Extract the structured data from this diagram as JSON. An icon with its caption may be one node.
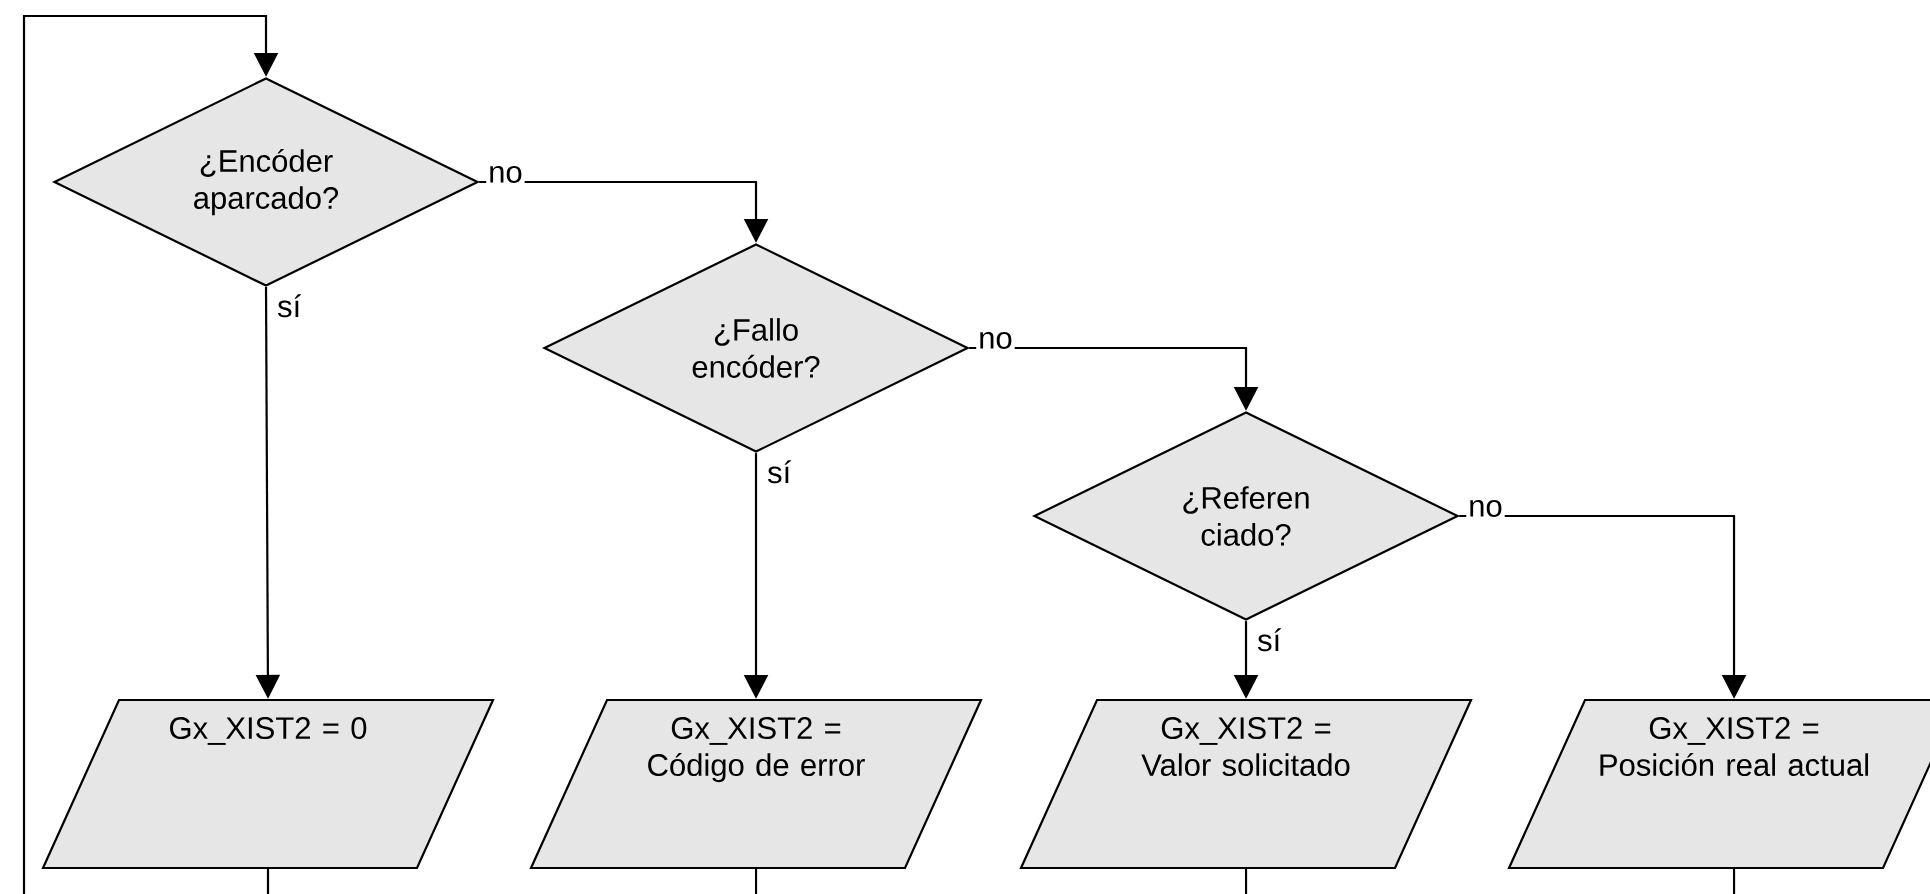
{
  "diagram": {
    "nodes": [
      {
        "text": [
          "¿Encóder aparcado?"
        ]
      },
      {
        "text": [
          "¿Fallo encóder?"
        ]
      },
      {
        "text": [
          "¿Referen ciado?"
        ]
      },
      {
        "text": [
          "Gx_XIST2 = 0"
        ]
      },
      {
        "text": [
          "Gx_XIST2 = Código de error"
        ]
      },
      {
        "text": [
          "Gx_XIST2 = Valor solicitado"
        ]
      },
      {
        "text": [
          "Gx_XIST2 = Posición real actual"
        ]
      }
    ],
    "edges": [
      {
        "from": null,
        "to": 0,
        "arrow": "to"
      },
      {
        "from": 0,
        "to": 1,
        "arrow": "to",
        "label": "no"
      },
      {
        "from": 0,
        "to": 3,
        "arrow": "to",
        "label": "sí"
      },
      {
        "from": 1,
        "to": 2,
        "arrow": "to",
        "label": "no"
      },
      {
        "from": 1,
        "to": 4,
        "arrow": "to",
        "label": "sí"
      },
      {
        "from": 2,
        "to": 6,
        "arrow": "to",
        "label": "no"
      },
      {
        "from": 2,
        "to": 5,
        "arrow": "to",
        "label": "sí"
      },
      {
        "from": 3,
        "to": null,
        "arrow": "none"
      },
      {
        "from": 4,
        "to": null,
        "arrow": "none"
      },
      {
        "from": 5,
        "to": null,
        "arrow": "none"
      },
      {
        "from": 6,
        "to": null,
        "arrow": "none"
      }
    ]
  }
}
